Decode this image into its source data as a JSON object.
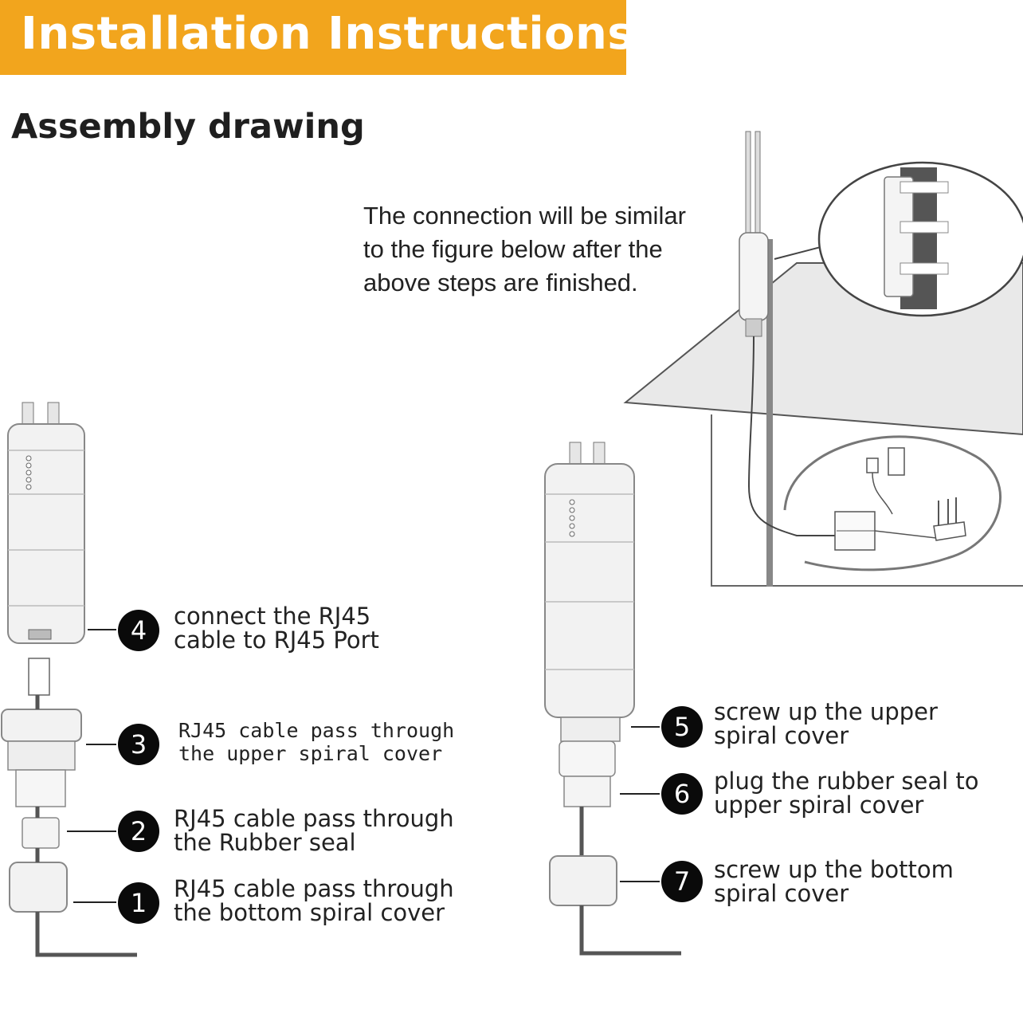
{
  "header": {
    "title": "Installation Instructions"
  },
  "section": {
    "title": "Assembly drawing"
  },
  "note": {
    "lines": [
      "The connection will be similar",
      "to the figure below after the",
      "above steps are finished."
    ]
  },
  "steps": [
    {
      "number": "1",
      "line1": "RJ45 cable pass through",
      "line2": "the bottom spiral cover"
    },
    {
      "number": "2",
      "line1": "RJ45 cable pass through",
      "line2": "the Rubber seal"
    },
    {
      "number": "3",
      "line1": "RJ45 cable pass through",
      "line2": "the upper spiral cover"
    },
    {
      "number": "4",
      "line1": "connect the RJ45",
      "line2": "cable to RJ45 Port"
    },
    {
      "number": "5",
      "line1": "screw up the upper",
      "line2": "spiral cover"
    },
    {
      "number": "6",
      "line1": "plug the rubber seal to",
      "line2": "upper spiral cover"
    },
    {
      "number": "7",
      "line1": "screw up the bottom",
      "line2": "spiral cover"
    }
  ],
  "colors": {
    "banner": "#f2a51d",
    "badge": "#0a0a0a",
    "device": "#f2f2f2",
    "cable": "#5a5a5a"
  }
}
